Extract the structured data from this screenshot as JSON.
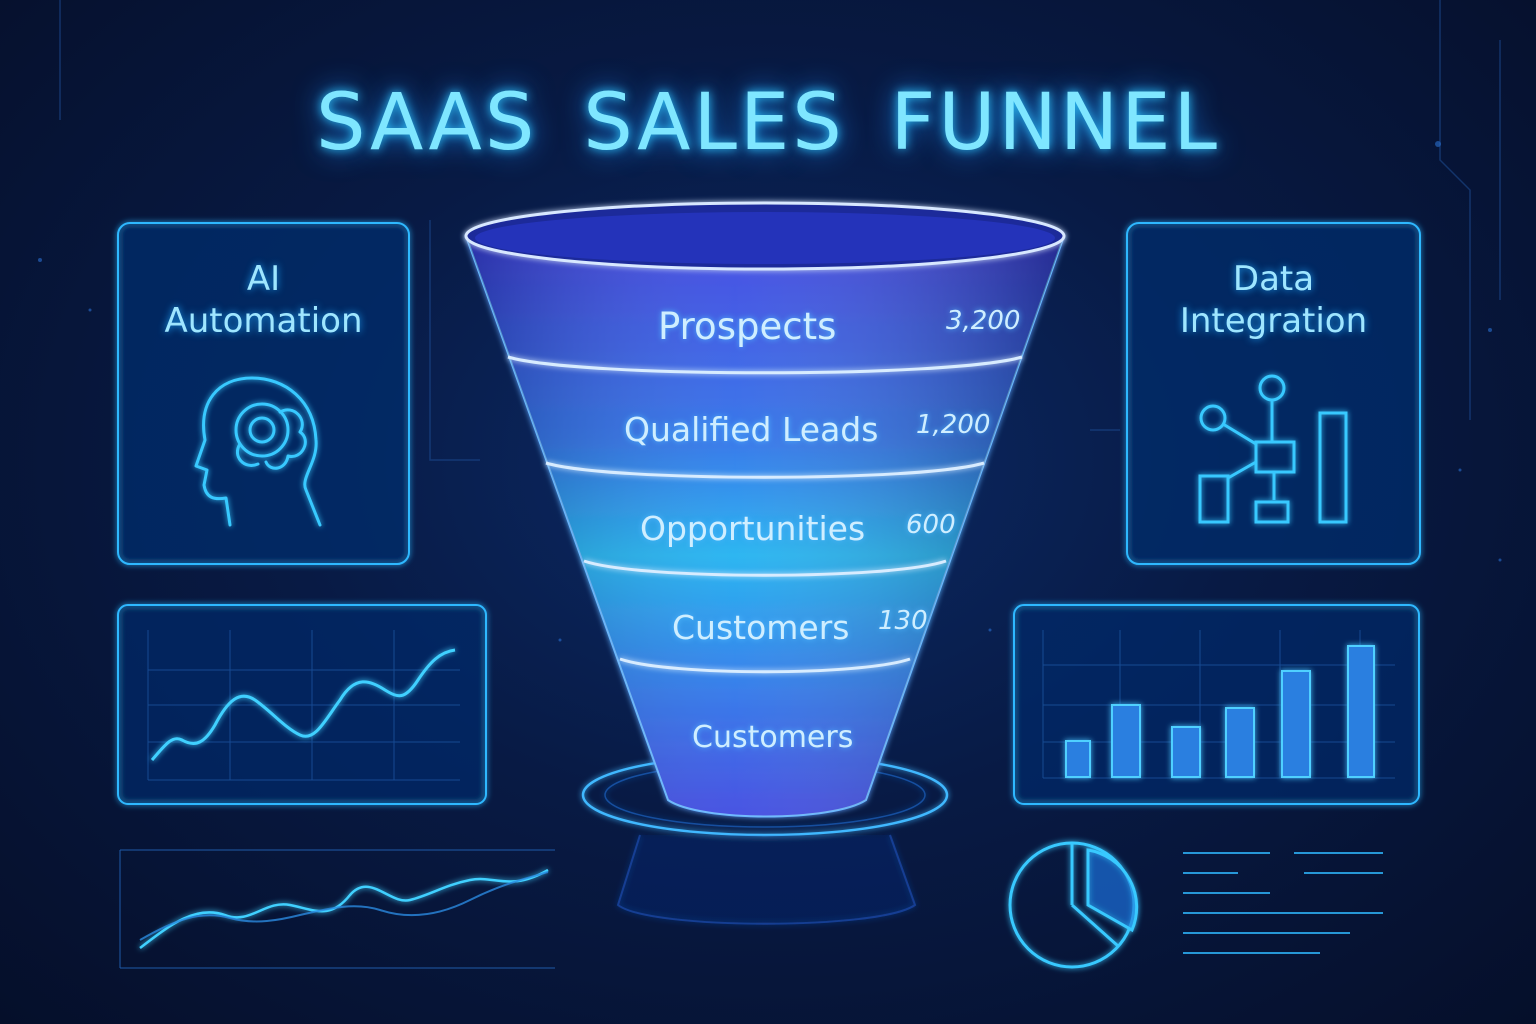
{
  "title": "SAAS SALES FUNNEL",
  "cards": {
    "ai_automation": {
      "title_line1": "AI",
      "title_line2": "Automation",
      "icon": "head-brain-icon"
    },
    "data_integration": {
      "title_line1": "Data",
      "title_line2": "Integration",
      "icon": "data-flow-icon"
    }
  },
  "funnel": {
    "stages": [
      {
        "label": "Prospects",
        "value": "3,200"
      },
      {
        "label": "Qualified Leads",
        "value": "1,200"
      },
      {
        "label": "Opportunities",
        "value": "600"
      },
      {
        "label": "Customers",
        "value": "130"
      },
      {
        "label": "Customers",
        "value": ""
      }
    ]
  },
  "colors": {
    "accent": "#2fc6ff",
    "glow": "#1b8fff",
    "funnel_top": "#3b4fe0",
    "funnel_mid": "#1aa8f0"
  }
}
